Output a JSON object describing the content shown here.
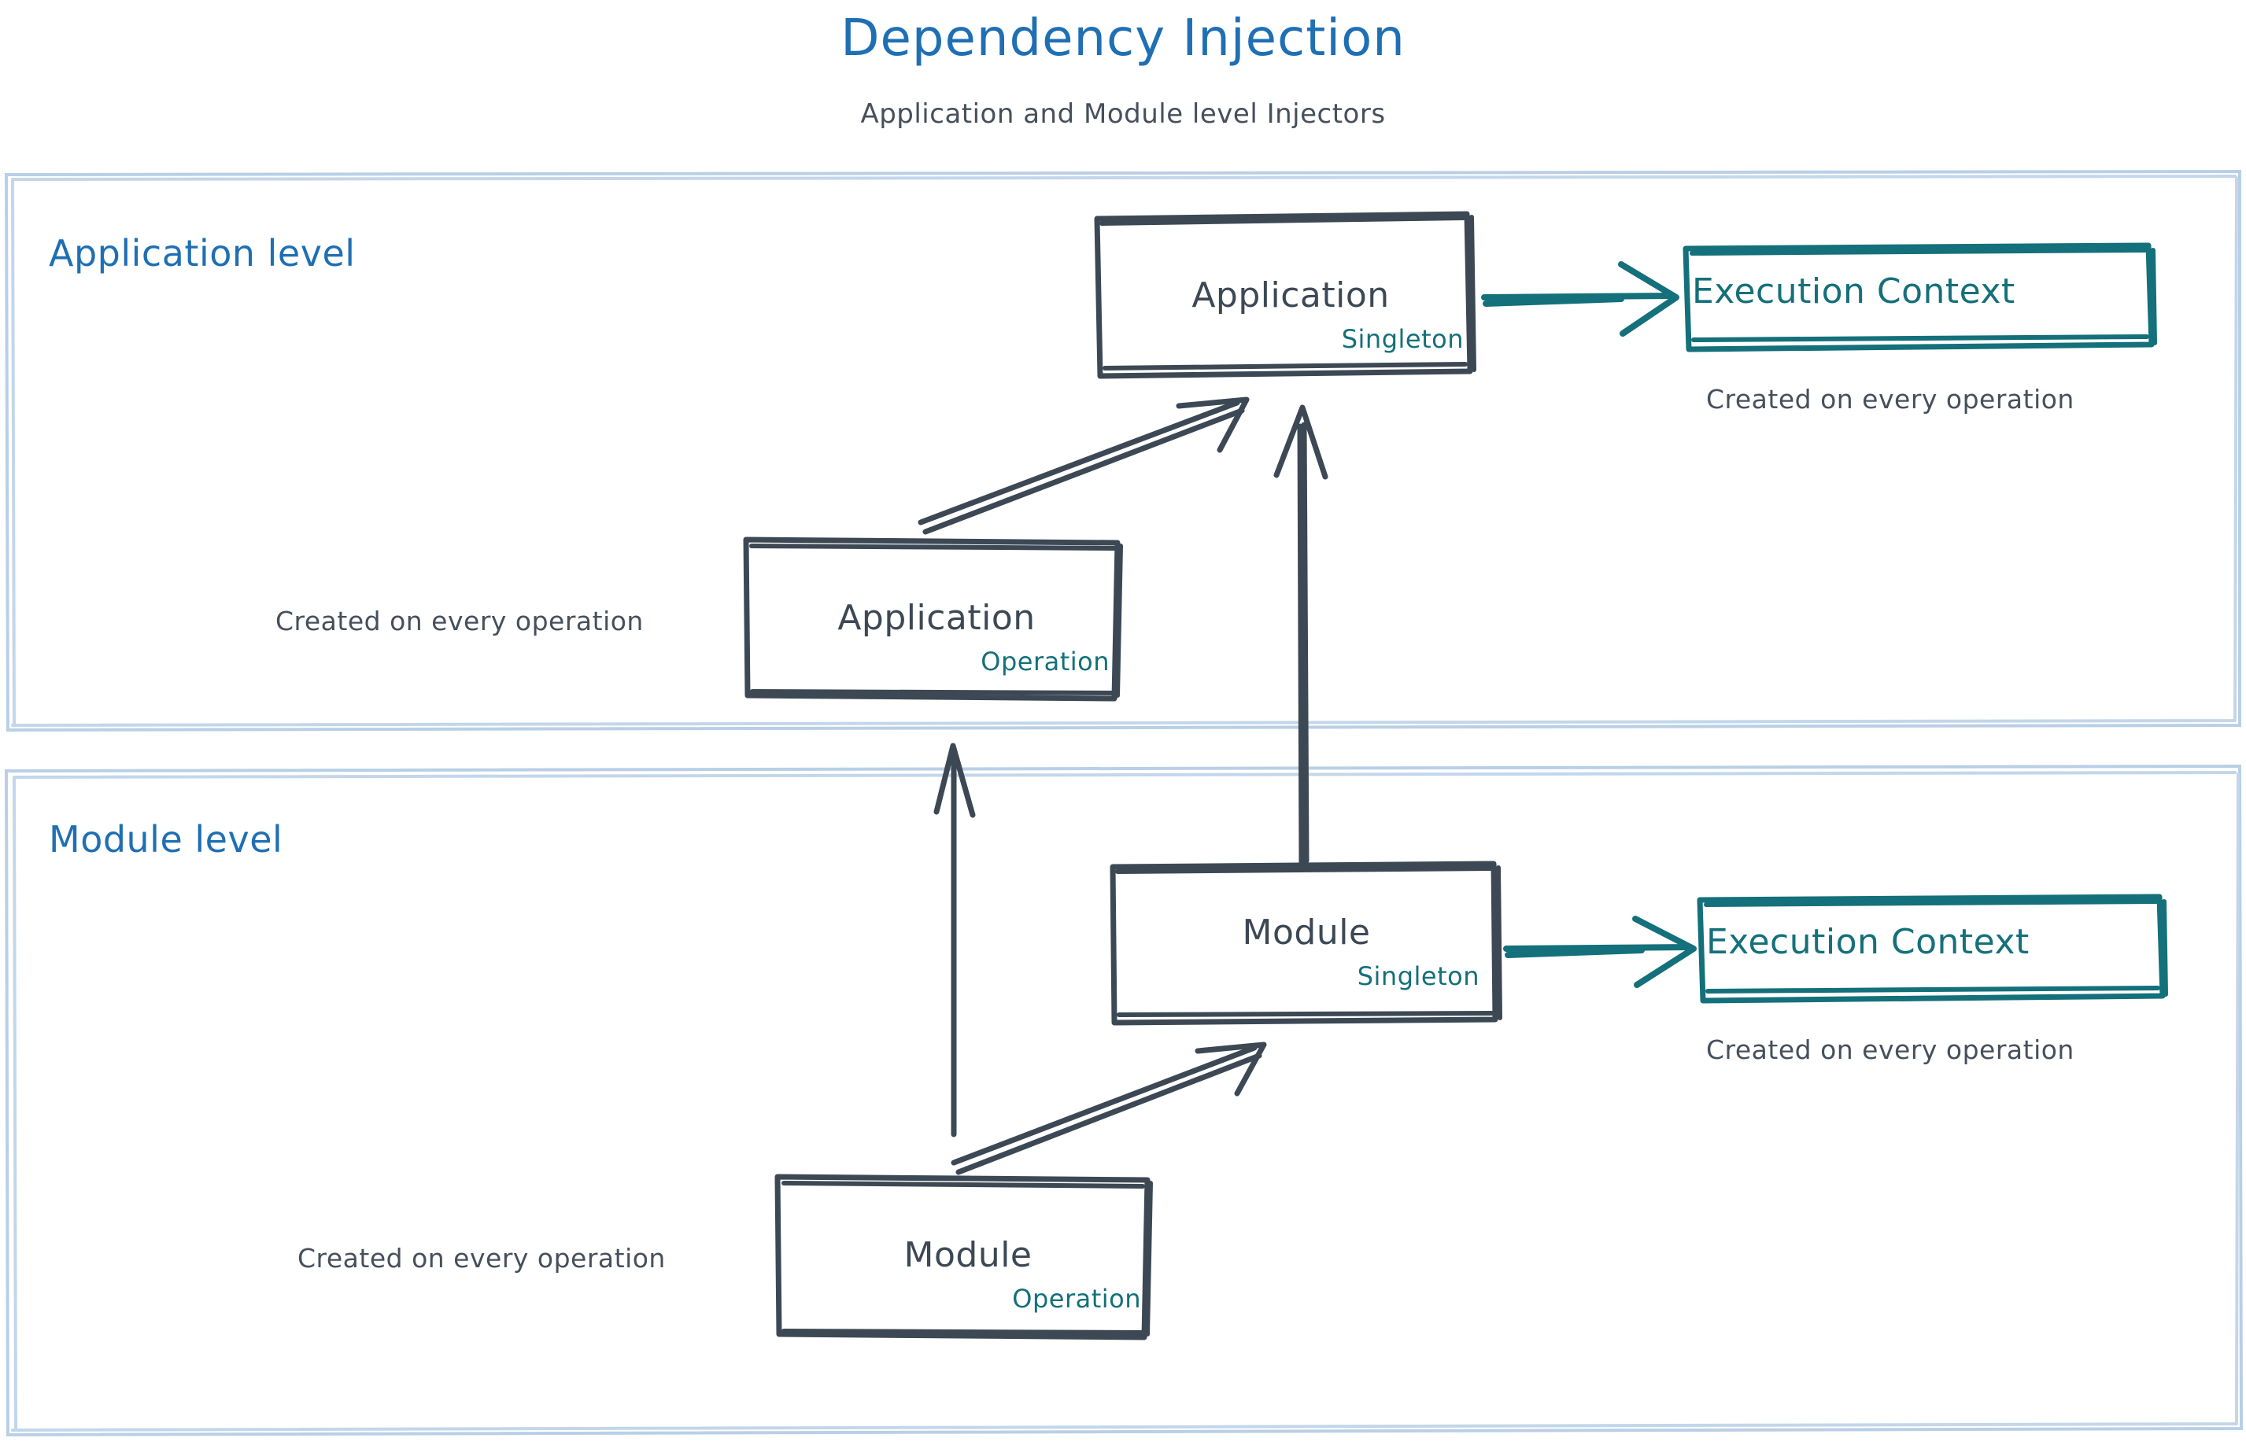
{
  "header": {
    "title": "Dependency Injection",
    "subtitle": "Application and Module level Injectors"
  },
  "colors": {
    "title_blue": "#1f6fb4",
    "level_label_blue": "#1f6fb4",
    "container_border": "#b9cfe6",
    "node_stroke": "#3d4855",
    "node_text": "#3d4855",
    "scope_teal": "#14707a",
    "note_text": "#46505c",
    "background": "#ffffff"
  },
  "containers": [
    {
      "id": "application-level",
      "label": "Application level"
    },
    {
      "id": "module-level",
      "label": "Module level"
    }
  ],
  "nodes": [
    {
      "id": "application-singleton",
      "title": "Application",
      "scope": "Singleton",
      "style": "dark",
      "level": "application-level"
    },
    {
      "id": "application-operation",
      "title": "Application",
      "scope": "Operation",
      "style": "dark",
      "level": "application-level"
    },
    {
      "id": "execution-context-application",
      "title": "Execution Context",
      "scope": "",
      "style": "teal",
      "level": "application-level"
    },
    {
      "id": "module-singleton",
      "title": "Module",
      "scope": "Singleton",
      "style": "dark",
      "level": "module-level"
    },
    {
      "id": "module-operation",
      "title": "Module",
      "scope": "Operation",
      "style": "dark",
      "level": "module-level"
    },
    {
      "id": "execution-context-module",
      "title": "Execution Context",
      "scope": "",
      "style": "teal",
      "level": "module-level"
    }
  ],
  "notes": {
    "execution_context_application": "Created on every operation",
    "execution_context_module": "Created on every operation",
    "application_operation": "Created on every operation",
    "module_operation": "Created on every operation"
  },
  "edges": [
    {
      "id": "app-singleton-to-ec",
      "from": "application-singleton",
      "to": "execution-context-application",
      "color": "#14707a",
      "direction": "right"
    },
    {
      "id": "app-operation-to-app-singleton",
      "from": "application-operation",
      "to": "application-singleton",
      "color": "#3d4855",
      "direction": "up-right"
    },
    {
      "id": "module-singleton-to-app-singleton",
      "from": "module-singleton",
      "to": "application-singleton",
      "color": "#3d4855",
      "direction": "up"
    },
    {
      "id": "module-operation-to-app-operation",
      "from": "module-operation",
      "to": "application-operation",
      "color": "#3d4855",
      "direction": "up"
    },
    {
      "id": "module-operation-to-module-singleton",
      "from": "module-operation",
      "to": "module-singleton",
      "color": "#3d4855",
      "direction": "up-right"
    },
    {
      "id": "module-singleton-to-ec",
      "from": "module-singleton",
      "to": "execution-context-module",
      "color": "#14707a",
      "direction": "right"
    }
  ],
  "diagram_type": "architecture-block-diagram"
}
